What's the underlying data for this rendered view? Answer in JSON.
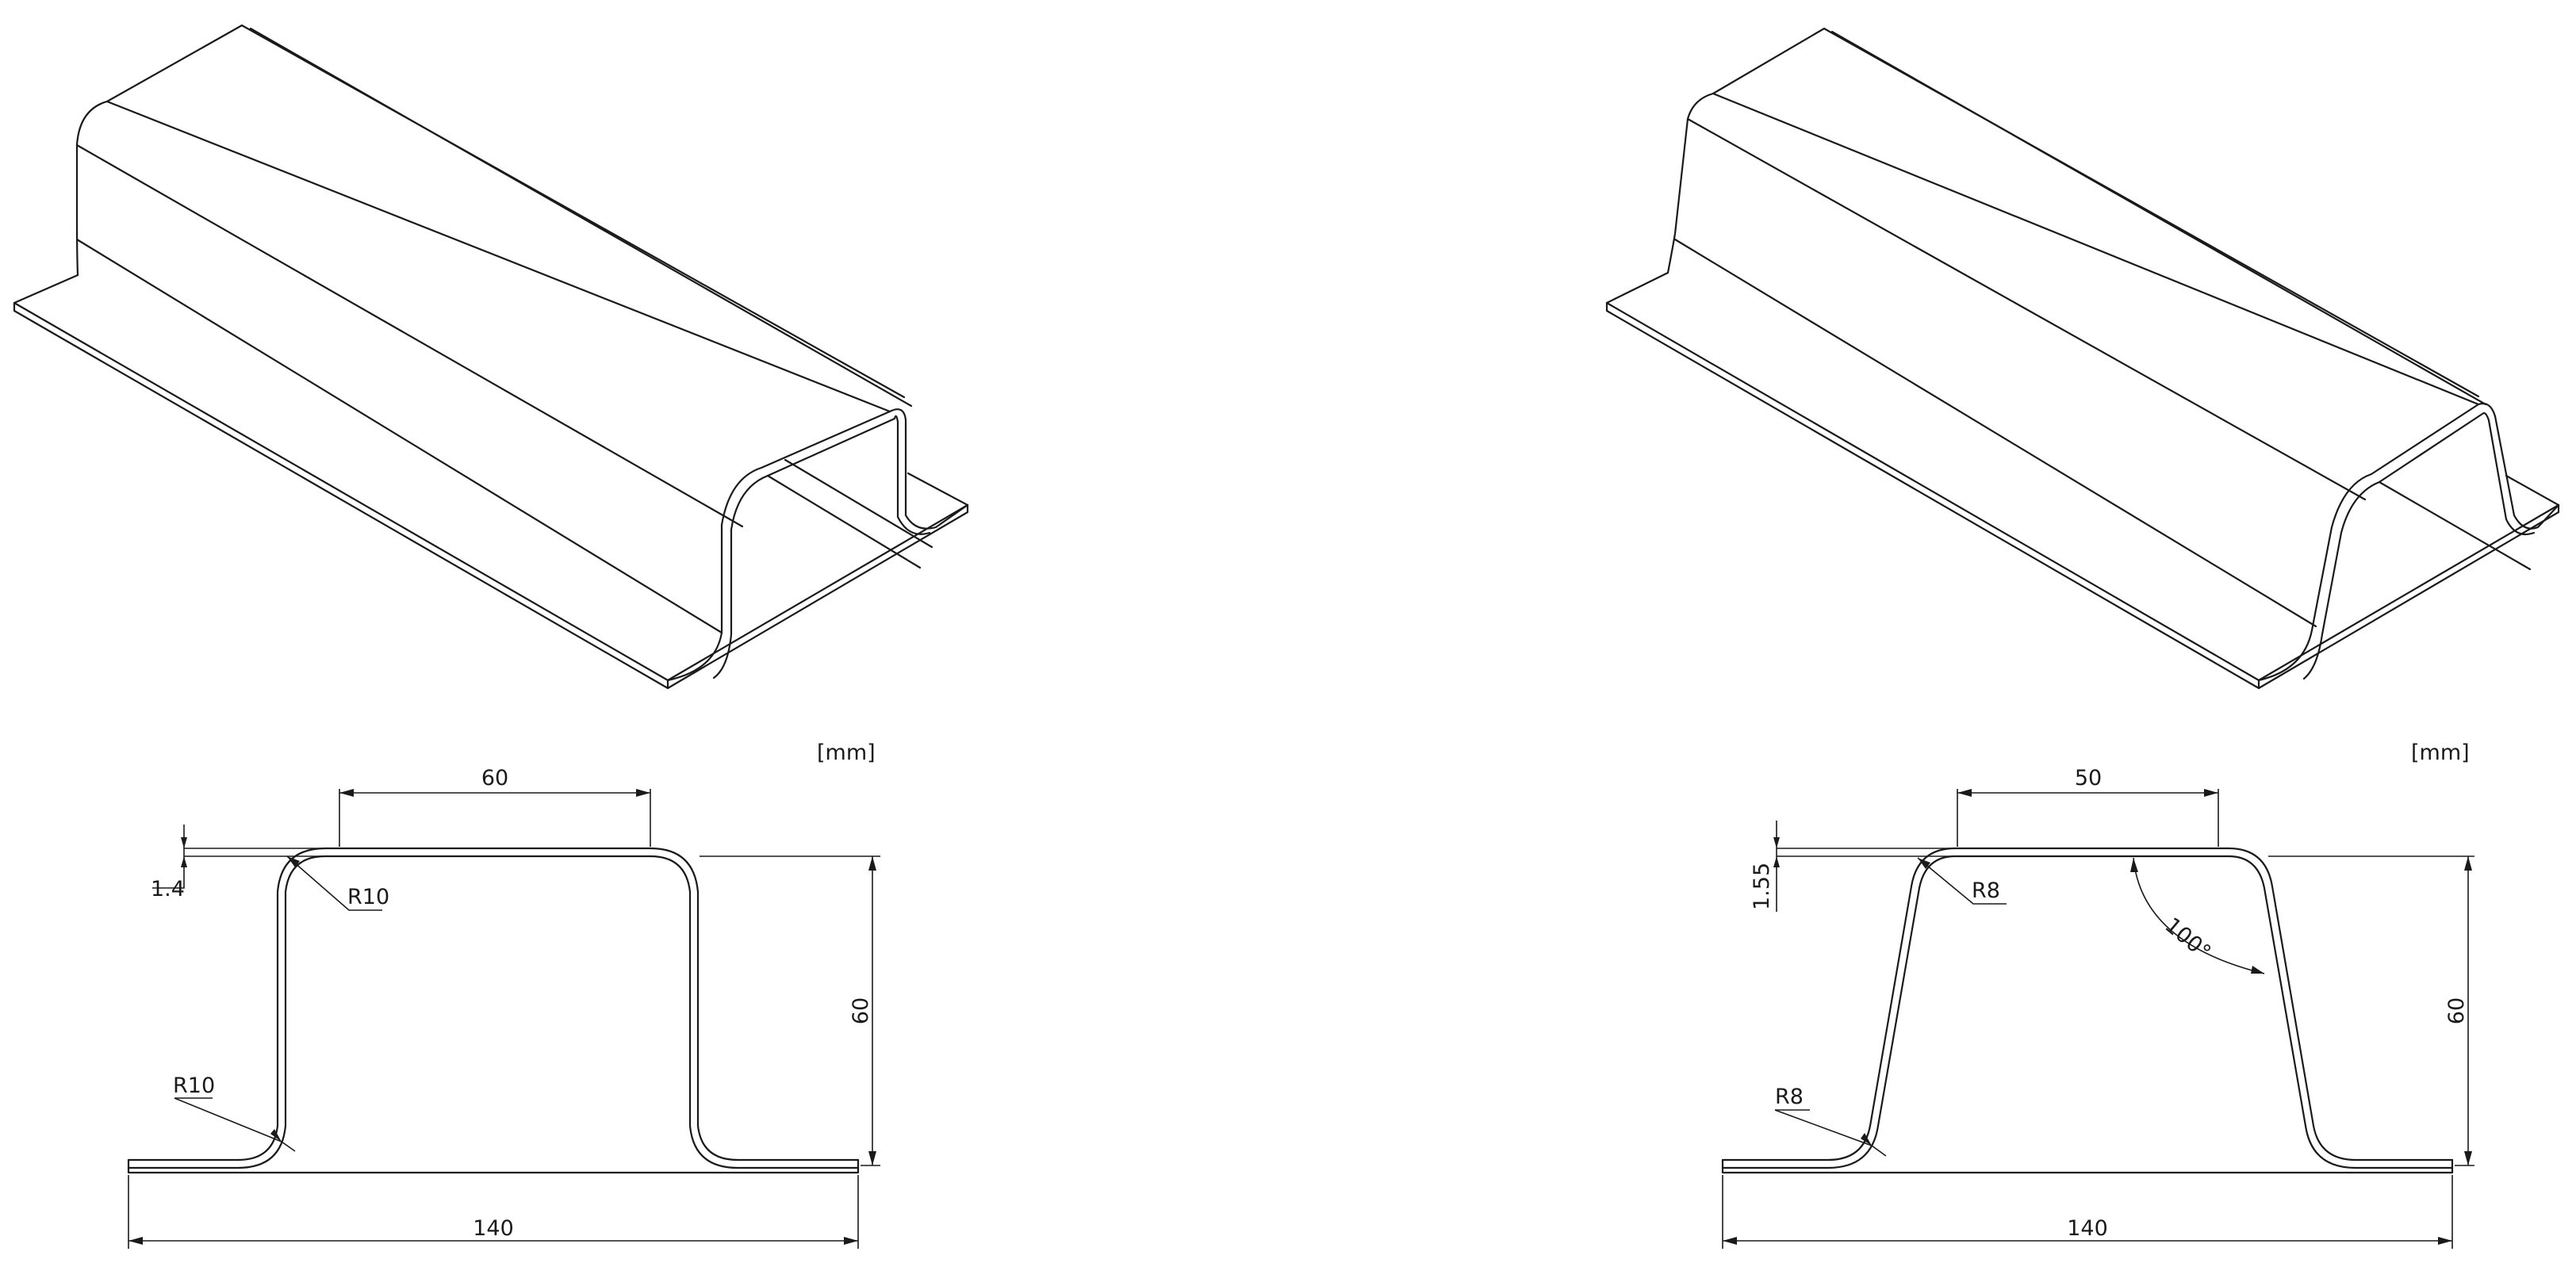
{
  "figure": {
    "left": {
      "units": "[mm]",
      "top_width": "60",
      "thickness": "1.4",
      "radius_top": "R10",
      "radius_bottom": "R10",
      "height": "60",
      "base_width": "140"
    },
    "right": {
      "units": "[mm]",
      "top_width": "50",
      "thickness": "1.55",
      "radius_top": "R8",
      "radius_bottom": "R8",
      "angle": "100°",
      "height": "60",
      "base_width": "140"
    }
  }
}
